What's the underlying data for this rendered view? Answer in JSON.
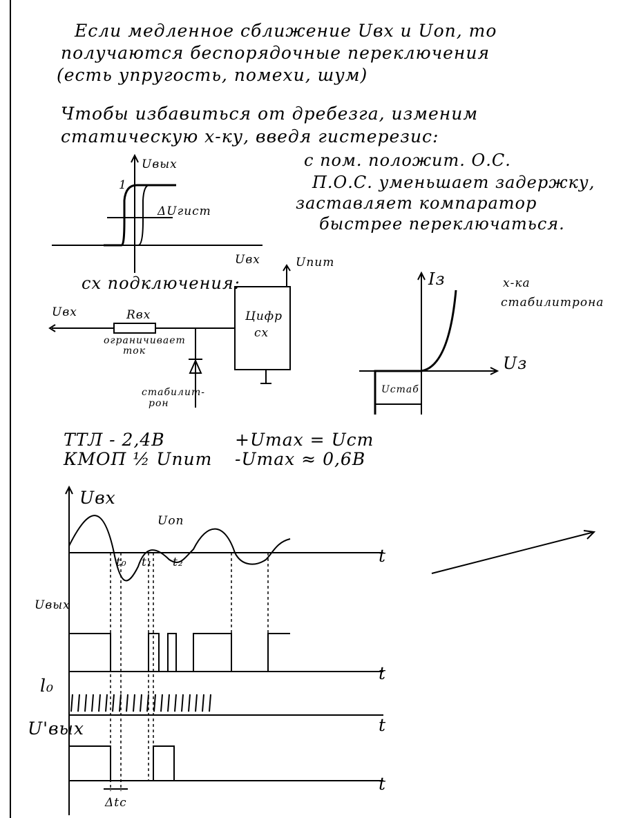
{
  "paragraph1": [
    "Если медленное сближение Uвх и Uоп, то",
    "получаются беспорядочные переключения",
    "(есть упругость, помехи, шум)"
  ],
  "paragraph2": [
    "Чтобы избавиться от дребезга, изменим",
    "статическую х-ку, введя гистерезис:"
  ],
  "note": [
    "с пом. положит. О.С.",
    "П.О.С. уменьшает задержку,",
    "заставляет компаратор",
    "быстрее переключаться."
  ],
  "hysteresis": {
    "y_label": "Uвых",
    "x_label": "Uвх",
    "delta_label": "ΔUгист",
    "mark": "1"
  },
  "circuit": {
    "title": "сх подключения:",
    "input": "Uвх",
    "resistor": "Rвх",
    "resistor_note": [
      "ограничивает",
      "ток"
    ],
    "zener": [
      "стабилит-",
      "рон"
    ],
    "block": [
      "Цифр",
      "сх"
    ],
    "supply": "Uпит"
  },
  "zener_char": {
    "y_label": "Iз",
    "x_label": "Uз",
    "title": [
      "х-ка",
      "стабилитрона"
    ],
    "stab": "Uстаб"
  },
  "levels": {
    "ttl": "ТТЛ - 2,4В",
    "cmos": "КМОП ½ Uпит",
    "plus": "+Umax = Uст",
    "minus": "-Umax ≈ 0,6В"
  },
  "waveforms": {
    "uin": "Uвх",
    "uref": "Uоп",
    "t0": "t₀",
    "t1": "t₁",
    "t2": "t₂",
    "t": "t",
    "uout": "Uвых",
    "l0": "l₀",
    "uout2": "U'вых",
    "dt": "Δtс"
  }
}
